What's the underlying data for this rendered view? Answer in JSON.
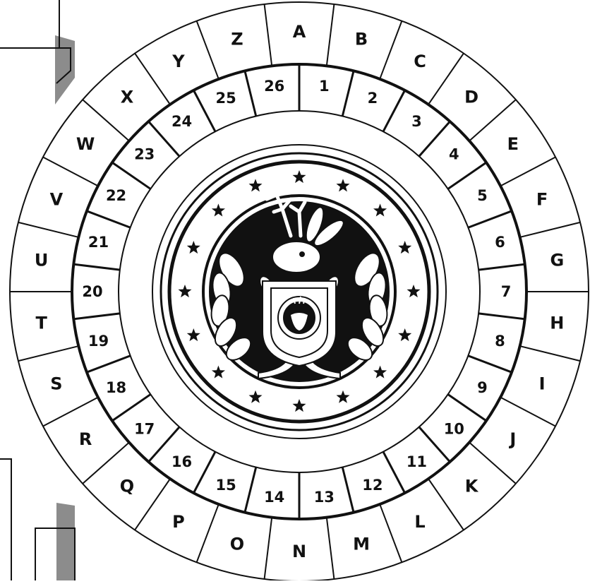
{
  "cipher_wheel": {
    "outer_ring_letters": [
      "A",
      "B",
      "C",
      "D",
      "E",
      "F",
      "G",
      "H",
      "I",
      "J",
      "K",
      "L",
      "M",
      "N",
      "O",
      "P",
      "Q",
      "R",
      "S",
      "T",
      "U",
      "V",
      "W",
      "X",
      "Y",
      "Z"
    ],
    "inner_ring_numbers": [
      "1",
      "2",
      "3",
      "4",
      "5",
      "6",
      "7",
      "8",
      "9",
      "10",
      "11",
      "12",
      "13",
      "14",
      "15",
      "16",
      "17",
      "18",
      "19",
      "20",
      "21",
      "22",
      "23",
      "24",
      "25",
      "26"
    ],
    "inner_ring_rotation_steps": 0.5,
    "emblem": {
      "name": "jackalope-crest",
      "star_count": 16
    }
  },
  "colors": {
    "ink": "#111111",
    "paper": "#ffffff",
    "tab_gray": "#8c8c8c"
  }
}
